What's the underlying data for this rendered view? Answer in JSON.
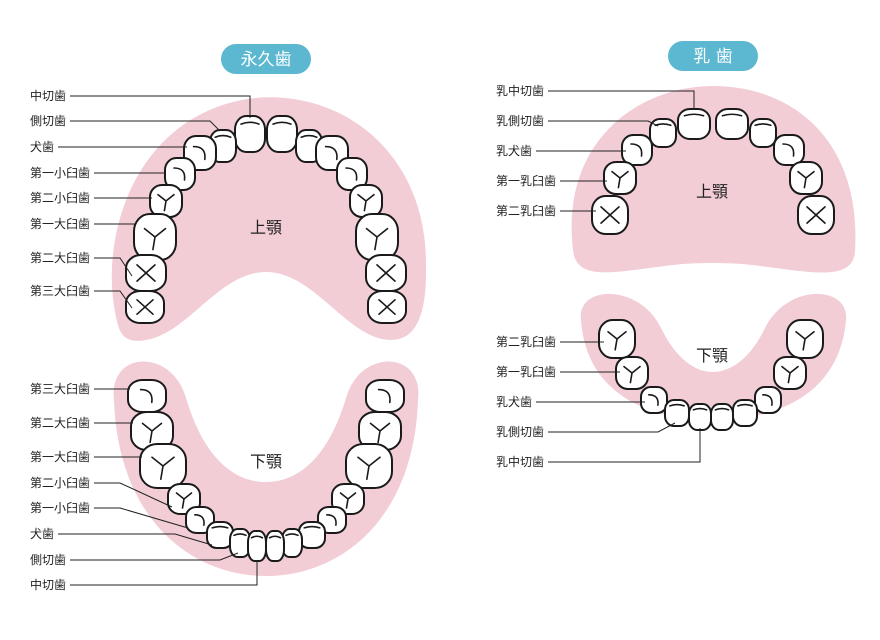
{
  "permanent": {
    "title": "永久歯",
    "upper_jaw": "上顎",
    "lower_jaw": "下顎",
    "upper_labels": [
      "中切歯",
      "側切歯",
      "犬歯",
      "第一小臼歯",
      "第二小臼歯",
      "第一大臼歯",
      "第二大臼歯",
      "第三大臼歯"
    ],
    "lower_labels": [
      "第三大臼歯",
      "第二大臼歯",
      "第一大臼歯",
      "第二小臼歯",
      "第一小臼歯",
      "犬歯",
      "側切歯",
      "中切歯"
    ]
  },
  "primary": {
    "title": "乳 歯",
    "upper_jaw": "上顎",
    "lower_jaw": "下顎",
    "upper_labels": [
      "乳中切歯",
      "乳側切歯",
      "乳犬歯",
      "第一乳臼歯",
      "第二乳臼歯"
    ],
    "lower_labels": [
      "第二乳臼歯",
      "第一乳臼歯",
      "乳犬歯",
      "乳側切歯",
      "乳中切歯"
    ]
  },
  "colors": {
    "gum": "#f2cdd6",
    "badge": "#5bb8d0"
  }
}
